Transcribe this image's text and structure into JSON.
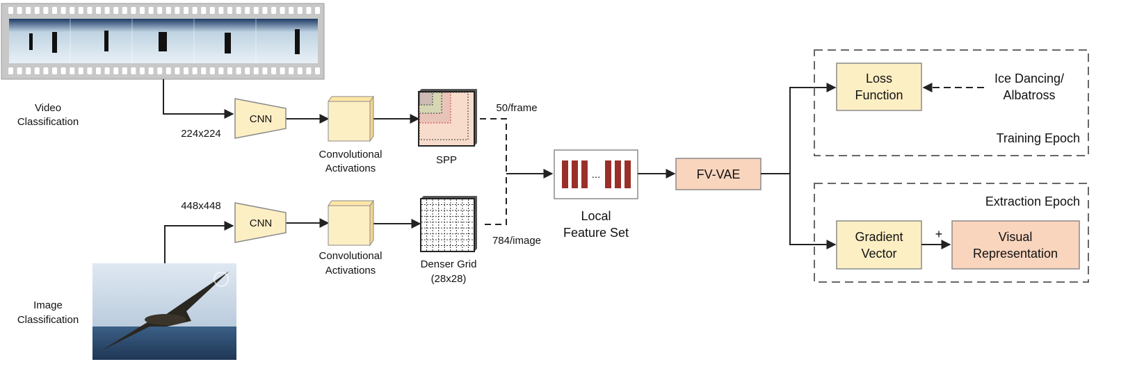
{
  "labels": {
    "video_classification": [
      "Video",
      "Classification"
    ],
    "image_classification": [
      "Image",
      "Classification"
    ],
    "video_size": "224x224",
    "image_size": "448x448",
    "cnn": "CNN",
    "conv_activations": [
      "Convolutional",
      "Activations"
    ],
    "spp": "SPP",
    "denser_grid": [
      "Denser Grid",
      "(28x28)"
    ],
    "per_frame": "50/frame",
    "per_image": "784/image",
    "local_feature_set": [
      "Local",
      "Feature Set"
    ],
    "fvvae": "FV-VAE",
    "loss_function": [
      "Loss",
      "Function"
    ],
    "ice_dancing": [
      "Ice Dancing/",
      "Albatross"
    ],
    "training_epoch": "Training Epoch",
    "extraction_epoch": "Extraction Epoch",
    "gradient_vector": [
      "Gradient",
      "Vector"
    ],
    "plus": "+",
    "visual_representation": [
      "Visual",
      "Representation"
    ],
    "ellipsis": "..."
  },
  "colors": {
    "box_fill": "#fdefc4",
    "box_stroke": "#8a8a8a",
    "fvvae_fill": "#f9d5bd",
    "bar_color": "#9a2f2a",
    "spp_fill": "#f8dccb",
    "line": "#222222",
    "sky": "#c7d6e6",
    "sea": "#2c4a6e",
    "ice": "#c9dce8"
  }
}
